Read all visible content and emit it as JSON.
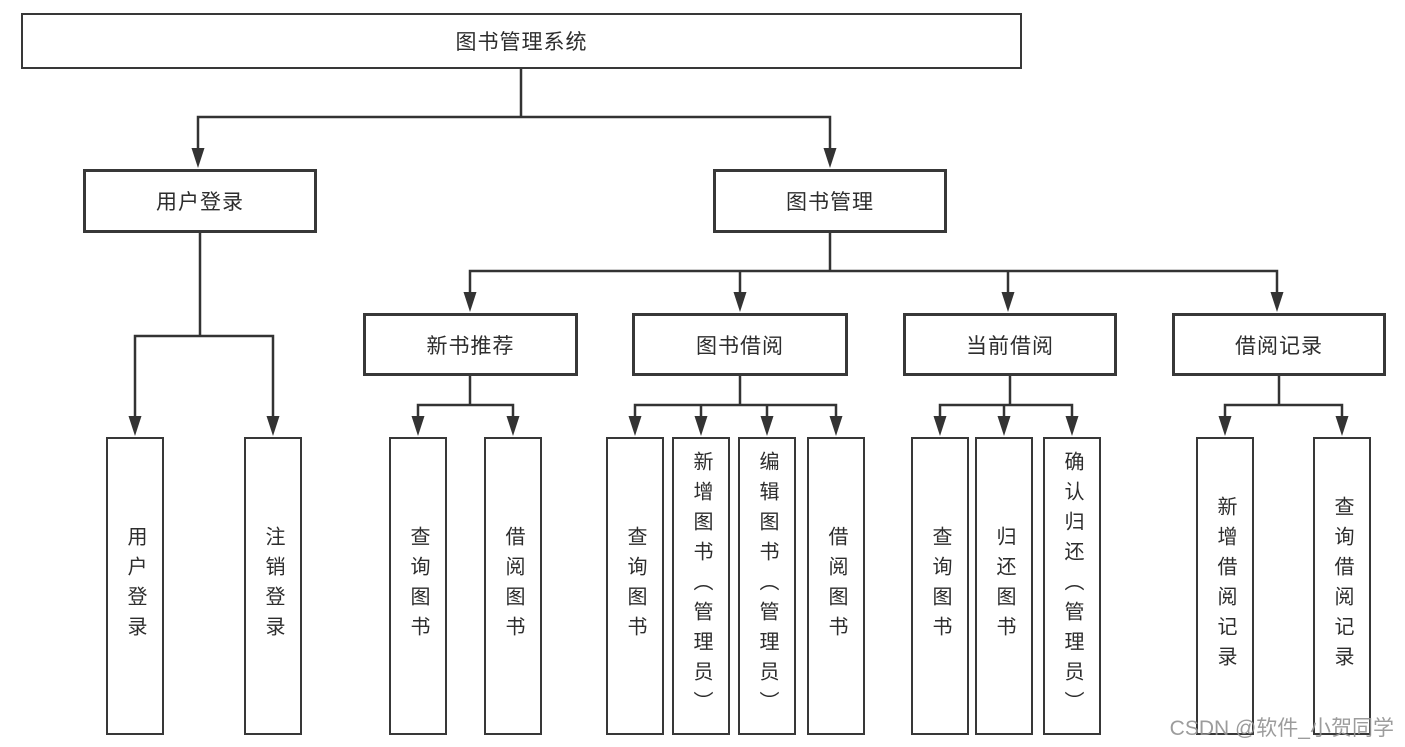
{
  "diagram_type": "hierarchy-org-chart",
  "tree": {
    "label": "图书管理系统",
    "children": [
      {
        "label": "用户登录",
        "children": [
          {
            "label": "用户登录"
          },
          {
            "label": "注销登录"
          }
        ]
      },
      {
        "label": "图书管理",
        "children": [
          {
            "label": "新书推荐",
            "children": [
              {
                "label": "查询图书"
              },
              {
                "label": "借阅图书"
              }
            ]
          },
          {
            "label": "图书借阅",
            "children": [
              {
                "label": "查询图书"
              },
              {
                "label": "新增图书（管理员）"
              },
              {
                "label": "编辑图书（管理员）"
              },
              {
                "label": "借阅图书"
              }
            ]
          },
          {
            "label": "当前借阅",
            "children": [
              {
                "label": "查询图书"
              },
              {
                "label": "归还图书"
              },
              {
                "label": "确认归还（管理员）"
              }
            ]
          },
          {
            "label": "借阅记录",
            "children": [
              {
                "label": "新增借阅记录"
              },
              {
                "label": "查询借阅记录"
              }
            ]
          }
        ]
      }
    ]
  },
  "watermark": "CSDN @软件_小贺同学",
  "colors": {
    "line": "#333333",
    "box_border": "#383838",
    "text": "#2d2d2d",
    "watermark": "#949494",
    "background": "#ffffff"
  }
}
